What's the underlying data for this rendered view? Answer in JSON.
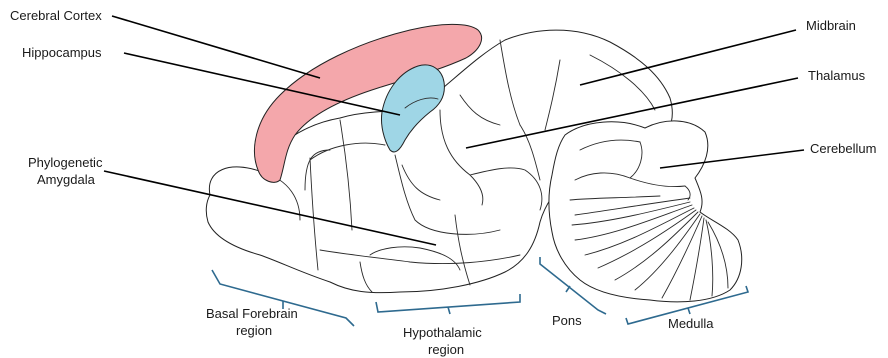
{
  "labels": {
    "cerebral_cortex": "Cerebral Cortex",
    "hippocampus": "Hippocampus",
    "phylogenetic_amygdala_line1": "Phylogenetic",
    "phylogenetic_amygdala_line2": "Amygdala",
    "midbrain": "Midbrain",
    "thalamus": "Thalamus",
    "cerebellum": "Cerebellum",
    "basal_forebrain_line1": "Basal Forebrain",
    "basal_forebrain_line2": "region",
    "hypothalamic_line1": "Hypothalamic",
    "hypothalamic_line2": "region",
    "pons": "Pons",
    "medulla": "Medulla"
  },
  "colors": {
    "cerebral_cortex": "#f4a7ab",
    "hippocampus": "#9fd6e6",
    "bracket": "#2e6a8f",
    "leader": "#000000",
    "outline": "#222222"
  }
}
